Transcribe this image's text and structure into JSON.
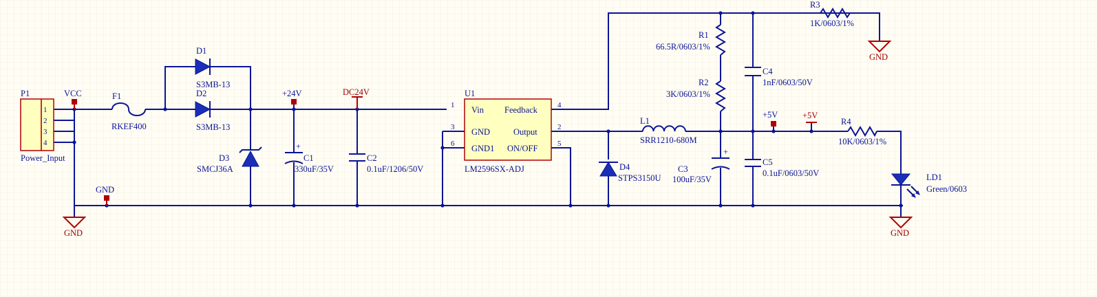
{
  "components": {
    "p1": {
      "ref": "P1",
      "value": "Power_Input",
      "pins": [
        "1",
        "2",
        "3",
        "4"
      ]
    },
    "f1": {
      "ref": "F1",
      "value": "RKEF400"
    },
    "d1": {
      "ref": "D1",
      "value": "S3MB-13"
    },
    "d2": {
      "ref": "D2",
      "value": "S3MB-13"
    },
    "d3": {
      "ref": "D3",
      "value": "SMCJ36A"
    },
    "c1": {
      "ref": "C1",
      "value": "330uF/35V"
    },
    "c2": {
      "ref": "C2",
      "value": "0.1uF/1206/50V"
    },
    "u1": {
      "ref": "U1",
      "value": "LM2596SX-ADJ",
      "pins_left": [
        {
          "num": "1",
          "name": "Vin"
        },
        {
          "num": "3",
          "name": "GND"
        },
        {
          "num": "6",
          "name": "GND1"
        }
      ],
      "pins_right": [
        {
          "num": "4",
          "name": "Feedback"
        },
        {
          "num": "2",
          "name": "Output"
        },
        {
          "num": "5",
          "name": "ON/OFF"
        }
      ]
    },
    "d4": {
      "ref": "D4",
      "value": "STPS3150U"
    },
    "l1": {
      "ref": "L1",
      "value": "SRR1210-680M"
    },
    "r1": {
      "ref": "R1",
      "value": "66.5R/0603/1%"
    },
    "r2": {
      "ref": "R2",
      "value": "3K/0603/1%"
    },
    "r3": {
      "ref": "R3",
      "value": "1K/0603/1%"
    },
    "r4": {
      "ref": "R4",
      "value": "10K/0603/1%"
    },
    "c3": {
      "ref": "C3",
      "value": "100uF/35V"
    },
    "c4": {
      "ref": "C4",
      "value": "1nF/0603/50V"
    },
    "c5": {
      "ref": "C5",
      "value": "0.1uF/0603/50V"
    },
    "ld1": {
      "ref": "LD1",
      "value": "Green/0603"
    }
  },
  "nets": {
    "vcc": "VCC",
    "p24v": "+24V",
    "dc24v": "DC24V",
    "gnd_label": "GND",
    "p5v_a": "+5V",
    "p5v_b": "+5V",
    "gnd_left": "GND",
    "gnd_r3": "GND",
    "gnd_ld1": "GND"
  },
  "colors": {
    "wire": "#0a1496",
    "netport": "#b00000",
    "background": "#fffdf4",
    "grid": "#e8e3d4",
    "component_fill": "#ffffc0"
  }
}
